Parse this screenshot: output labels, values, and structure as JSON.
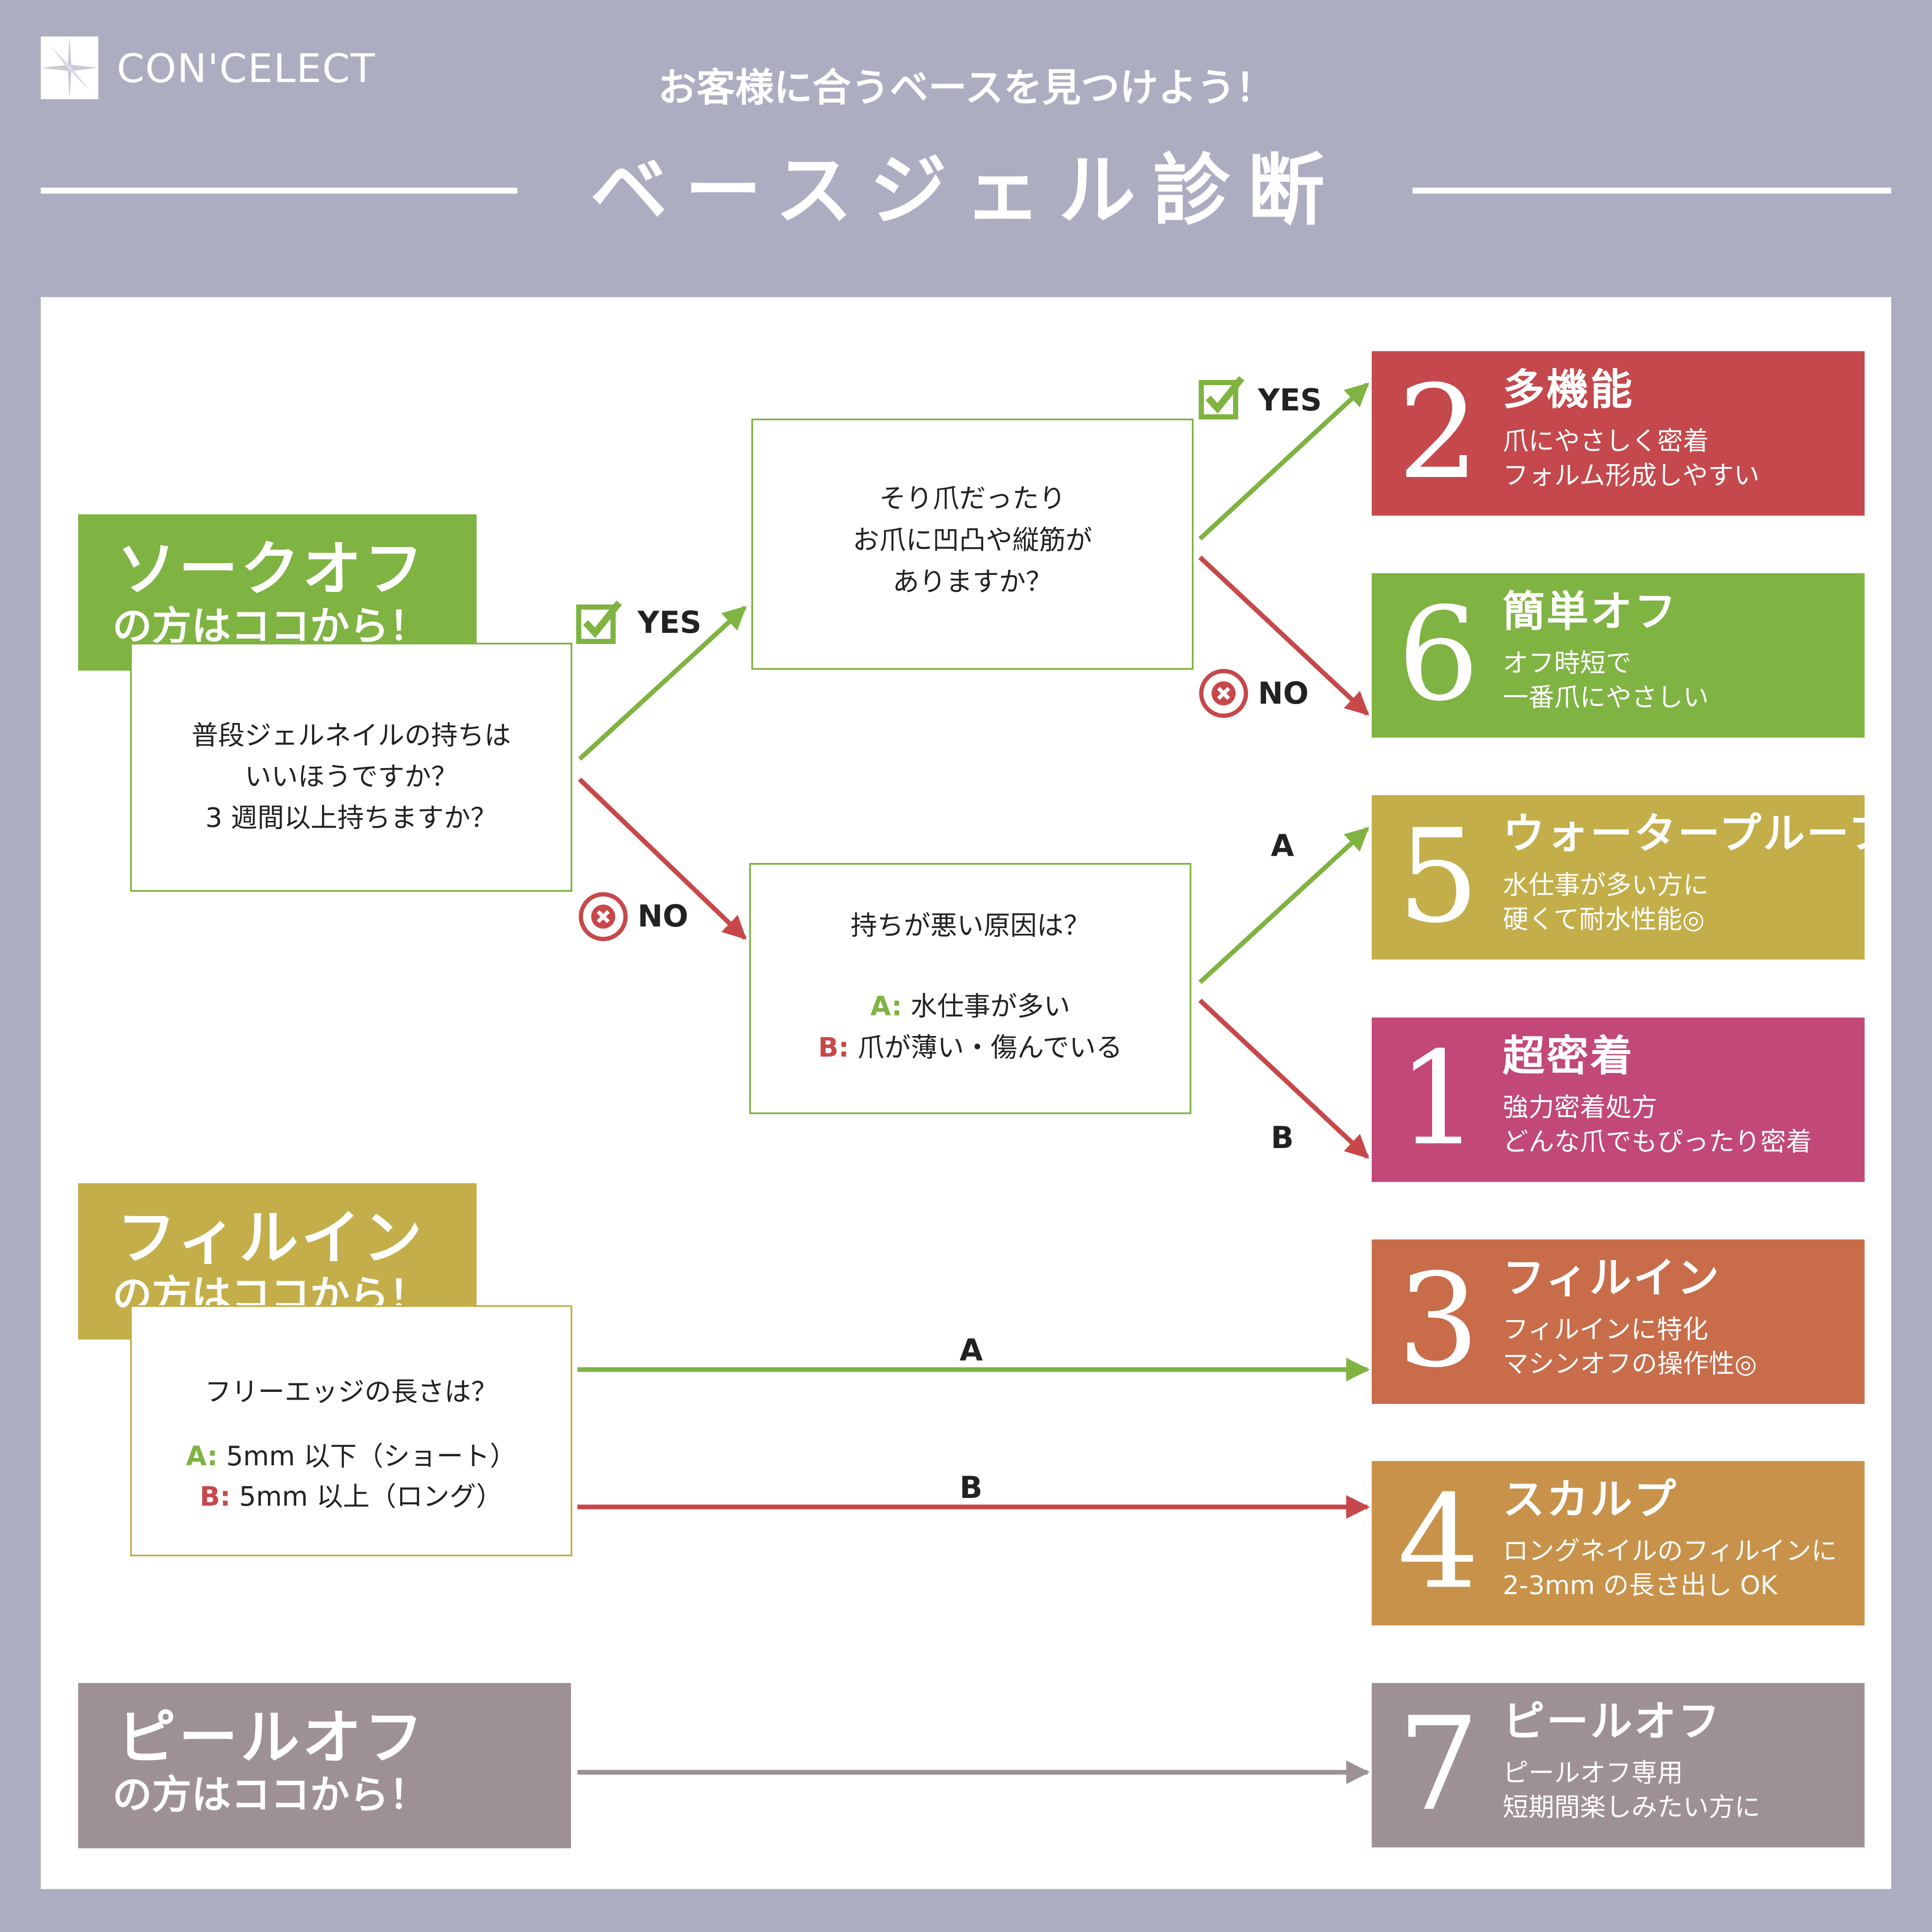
{
  "brand": {
    "name": "CON'CELECT"
  },
  "header": {
    "subtitle": "お客様に合うベースを見つけよう！",
    "title": "ベースジェル診断"
  },
  "starts": {
    "soak": {
      "title": "ソークオフ",
      "sub": "の方はココから！",
      "color": "#7fb342"
    },
    "fill": {
      "title": "フィルイン",
      "sub": "の方はココから！",
      "color": "#c3ae49"
    },
    "peel": {
      "title": "ピールオフ",
      "sub": "の方はココから！",
      "color": "#9e9194"
    }
  },
  "questions": {
    "q1": {
      "lines": [
        "普段ジェルネイルの持ちは",
        "いいほうですか？",
        "3 週間以上持ちますか？"
      ]
    },
    "q2": {
      "lines": [
        "そり爪だったり",
        "お爪に凹凸や縦筋が",
        "ありますか？"
      ]
    },
    "q3": {
      "line1": "持ちが悪い原因は？",
      "a_key": "A:",
      "a_text": " 水仕事が多い",
      "b_key": "B:",
      "b_text": " 爪が薄い・傷んでいる"
    },
    "q4": {
      "line1": "フリーエッジの長さは？",
      "a_key": "A:",
      "a_text": " 5mm 以下（ショート）",
      "b_key": "B:",
      "b_text": " 5mm 以上（ロング）"
    }
  },
  "labels": {
    "yes": "YES",
    "no": "NO",
    "a": "A",
    "b": "B"
  },
  "results": [
    {
      "number": "2",
      "name": "多機能",
      "desc": [
        "爪にやさしく密着",
        "フォルム形成しやすい"
      ],
      "color": "#c4484c"
    },
    {
      "number": "6",
      "name": "簡単オフ",
      "desc": [
        "オフ時短で",
        "一番爪にやさしい"
      ],
      "color": "#7fb342"
    },
    {
      "number": "5",
      "name": "ウォータープルーフ",
      "desc": [
        "水仕事が多い方に",
        "硬くて耐水性能◎"
      ],
      "color": "#c3ae49"
    },
    {
      "number": "1",
      "name": "超密着",
      "desc": [
        "強力密着処方",
        "どんな爪でもぴったり密着"
      ],
      "color": "#c24878"
    },
    {
      "number": "3",
      "name": "フィルイン",
      "desc": [
        "フィルインに特化",
        "マシンオフの操作性◎"
      ],
      "color": "#c86c4a"
    },
    {
      "number": "4",
      "name": "スカルプ",
      "desc": [
        "ロングネイルのフィルインに",
        "2-3mm の長さ出し OK"
      ],
      "color": "#c8924a"
    },
    {
      "number": "7",
      "name": "ピールオフ",
      "desc": [
        "ピールオフ専用",
        "短期間楽しみたい方に"
      ],
      "color": "#9e9194"
    }
  ],
  "colors": {
    "yes": "#7fb342",
    "no": "#c7484a",
    "peel": "#9e9194",
    "background": "#adadc2"
  },
  "icons": {
    "check": "checkbox-check-icon",
    "cross": "circle-x-icon"
  }
}
